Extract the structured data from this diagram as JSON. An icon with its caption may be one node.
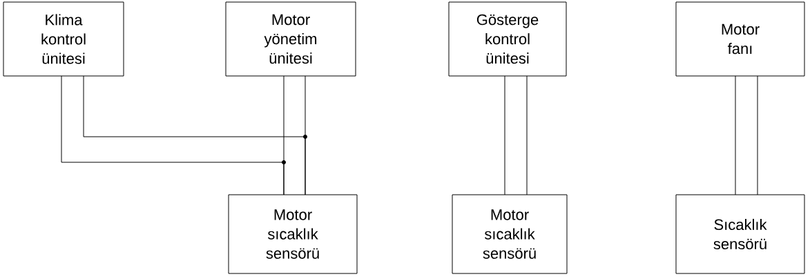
{
  "diagram": {
    "nodes": [
      {
        "text": [
          "Klima kontrol ünitesi"
        ]
      },
      {
        "text": [
          "Motor yönetim ünitesi"
        ]
      },
      {
        "text": [
          "Gösterge kontrol ünitesi"
        ]
      },
      {
        "text": [
          "Motor fanı"
        ]
      },
      {
        "text": [
          "Motor sıcaklık sensörü"
        ]
      },
      {
        "text": [
          "Motor sıcaklık sensörü"
        ]
      },
      {
        "text": [
          "Sıcaklık sensörü"
        ]
      }
    ],
    "edges": [
      {
        "from": 0,
        "to": 4,
        "arrow": "none"
      },
      {
        "from": 0,
        "to": 4,
        "arrow": "none"
      },
      {
        "from": 1,
        "to": 4,
        "arrow": "none"
      },
      {
        "from": 1,
        "to": 4,
        "arrow": "none"
      },
      {
        "from": 2,
        "to": 5,
        "arrow": "none"
      },
      {
        "from": 2,
        "to": 5,
        "arrow": "none"
      },
      {
        "from": 3,
        "to": 6,
        "arrow": "none"
      },
      {
        "from": 3,
        "to": 6,
        "arrow": "none"
      }
    ]
  }
}
